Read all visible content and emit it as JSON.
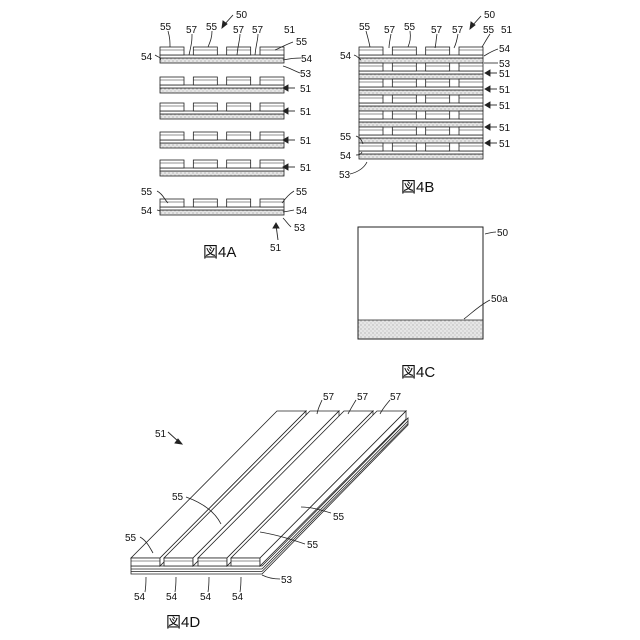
{
  "figures": {
    "fig4a": {
      "caption": "図4A",
      "labels": {
        "top_55_a": "55",
        "top_55_b": "55",
        "top_57_a": "57",
        "top_57_b": "57",
        "top_57_c": "57",
        "top_50": "50",
        "top_51": "51",
        "right_55": "55",
        "right_54": "54",
        "right_53": "53",
        "left_54": "54",
        "layer2_51": "51",
        "layer3_51": "51",
        "layer4_51": "51",
        "layer5_51": "51",
        "bottom_left_55": "55",
        "bottom_left_54": "54",
        "bottom_right_55": "55",
        "bottom_right_54": "54",
        "bottom_right_53": "53",
        "bottom_51": "51"
      }
    },
    "fig4b": {
      "caption": "図4B",
      "labels": {
        "top_55_a": "55",
        "top_55_b": "55",
        "top_57_a": "57",
        "top_57_b": "57",
        "top_57_c": "57",
        "top_55_c": "55",
        "top_50": "50",
        "top_51": "51",
        "left_54": "54",
        "right_54": "54",
        "right_53": "53",
        "right_51_a": "51",
        "right_51_b": "51",
        "right_51_c": "51",
        "right_51_d": "51",
        "right_51_e": "51",
        "left_55": "55",
        "left_54_b": "54",
        "bottom_53": "53"
      }
    },
    "fig4c": {
      "caption": "図4C",
      "labels": {
        "block": "50",
        "bottom_region": "50a"
      }
    },
    "fig4d": {
      "caption": "図4D",
      "labels": {
        "ref_51": "51",
        "top_57_a": "57",
        "top_57_b": "57",
        "top_57_c": "57",
        "left_55": "55",
        "mid_55_a": "55",
        "mid_55_b": "55",
        "mid_55_c": "55",
        "bottom_54_a": "54",
        "bottom_54_b": "54",
        "bottom_54_c": "54",
        "bottom_54_d": "54",
        "bottom_53": "53"
      }
    }
  }
}
